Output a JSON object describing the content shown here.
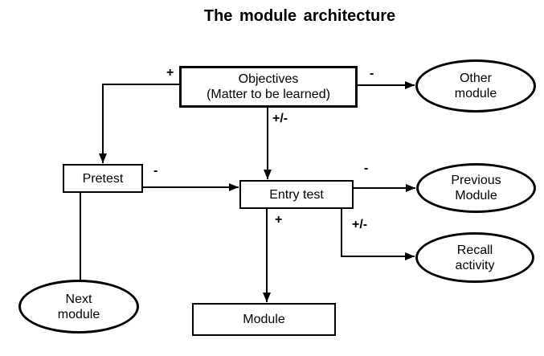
{
  "title": "The module architecture",
  "colors": {
    "stroke": "#000000",
    "background": "#ffffff"
  },
  "nodes": {
    "objectives": {
      "shape": "rect",
      "lines": [
        "Objectives",
        "(Matter to be learned)"
      ]
    },
    "pretest": {
      "shape": "rect",
      "lines": [
        "Pretest"
      ]
    },
    "entry_test": {
      "shape": "rect",
      "lines": [
        "Entry test"
      ]
    },
    "module": {
      "shape": "rect",
      "lines": [
        "Module"
      ]
    },
    "other_module": {
      "shape": "ellipse",
      "lines": [
        "Other",
        "module"
      ]
    },
    "previous_module": {
      "shape": "ellipse",
      "lines": [
        "Previous",
        "Module"
      ]
    },
    "recall_activity": {
      "shape": "ellipse",
      "lines": [
        "Recall",
        "activity"
      ]
    },
    "next_module": {
      "shape": "ellipse",
      "lines": [
        "Next",
        "module"
      ]
    }
  },
  "edges": {
    "objectives_to_pretest": {
      "label": "+",
      "from": "objectives",
      "to": "pretest"
    },
    "objectives_to_other_module": {
      "label": "-",
      "from": "objectives",
      "to": "other_module"
    },
    "objectives_to_entry_test": {
      "label": "+/-",
      "from": "objectives",
      "to": "entry_test"
    },
    "pretest_to_entry_test": {
      "label": "-",
      "from": "pretest",
      "to": "entry_test"
    },
    "entry_test_to_previous_module": {
      "label": "-",
      "from": "entry_test",
      "to": "previous_module"
    },
    "entry_test_to_module": {
      "label": "+",
      "from": "entry_test",
      "to": "module"
    },
    "entry_test_to_recall_activity": {
      "label": "+/-",
      "from": "entry_test",
      "to": "recall_activity"
    },
    "pretest_to_next_module": {
      "label": "",
      "from": "pretest",
      "to": "next_module"
    }
  }
}
